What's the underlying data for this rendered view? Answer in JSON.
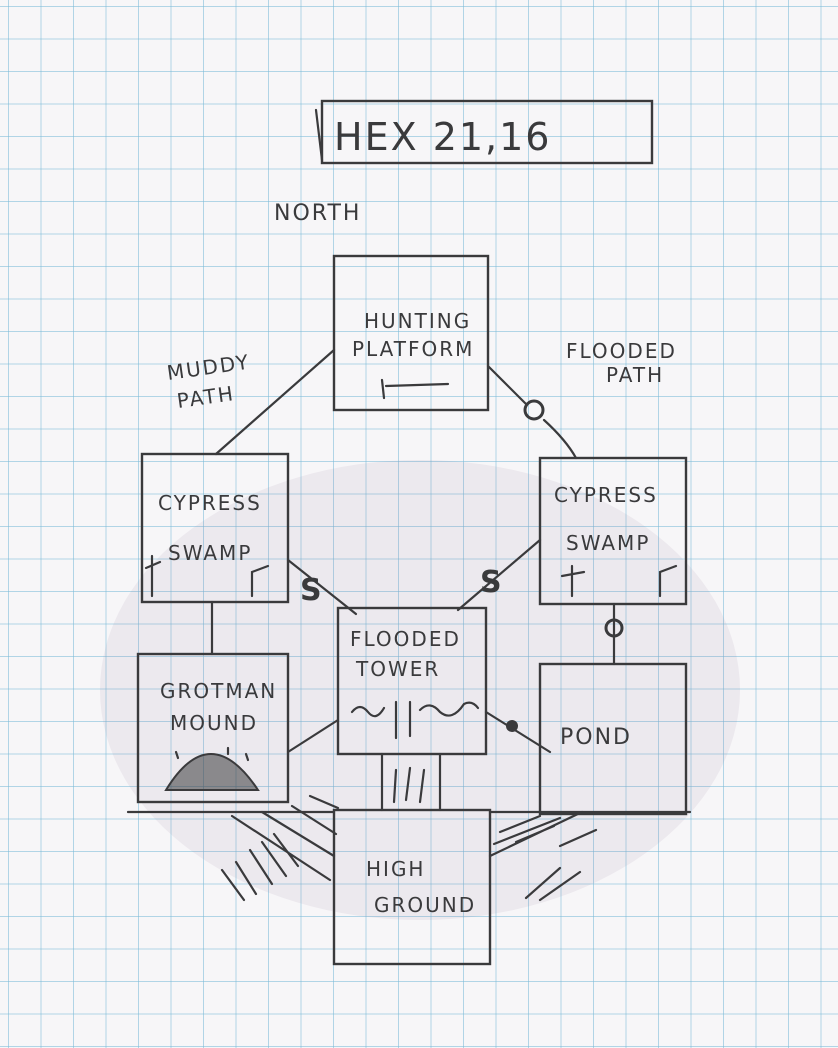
{
  "title": "HEX 21,16",
  "compass": "NORTH",
  "paths": {
    "muddy": [
      "MUDDY",
      "PATH"
    ],
    "flooded": [
      "FLOODED",
      "PATH"
    ]
  },
  "rooms": {
    "hunting_platform": [
      "HUNTING",
      "PLATFORM"
    ],
    "cypress_swamp_west": [
      "CYPRESS",
      "SWAMP"
    ],
    "cypress_swamp_east": [
      "CYPRESS",
      "SWAMP"
    ],
    "flooded_tower": [
      "FLOODED",
      "TOWER"
    ],
    "grotman_mound": [
      "GROTMAN",
      "MOUND"
    ],
    "pond": [
      "POND"
    ],
    "high_ground": [
      "HIGH",
      "GROUND"
    ]
  },
  "secret_marker": "S",
  "colors": {
    "ink": "#3a3a3c",
    "grid": "#78b9d7",
    "paper": "#f7f6f8"
  }
}
